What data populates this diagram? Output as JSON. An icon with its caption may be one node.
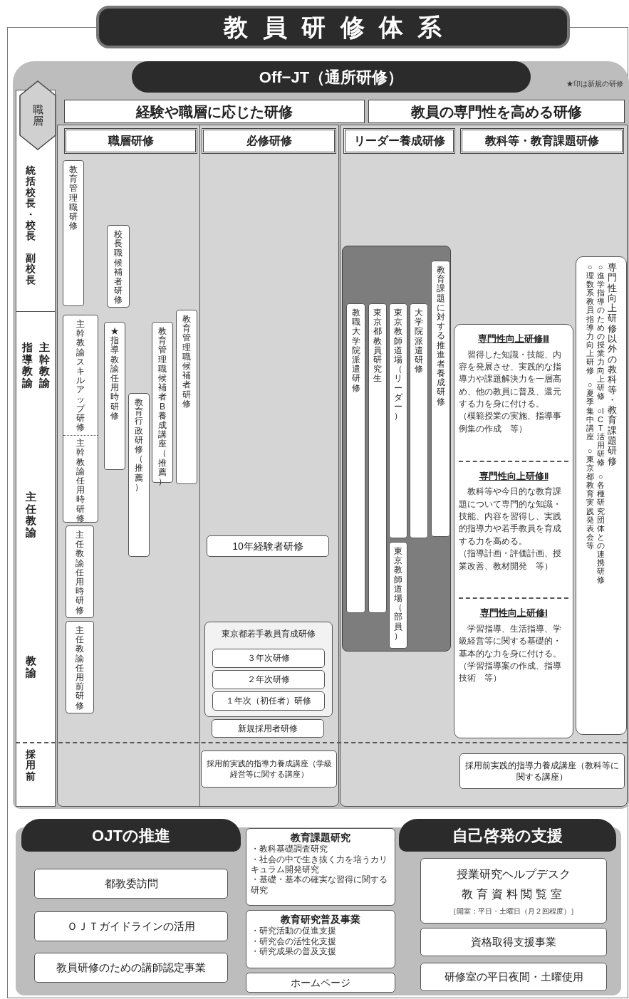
{
  "diagram": {
    "nodes": [
      {
        "text": [
          "教員研修体系"
        ]
      },
      {
        "text": [
          "Off−JT（通所研修）"
        ],
        "beside": [
          "★印は新規の研修"
        ]
      },
      {
        "text": [
          "職層"
        ],
        "in": 1
      },
      {
        "text": [
          "経験や職層に応じた研修"
        ],
        "in": 1
      },
      {
        "text": [
          "教員の専門性を高める研修"
        ],
        "in": 1
      },
      {
        "text": [
          "職層研修"
        ],
        "in": 1
      },
      {
        "text": [
          "必修研修"
        ],
        "in": 1
      },
      {
        "text": [
          "リーダー養成研修"
        ],
        "in": 1
      },
      {
        "text": [
          "教科等・教育課題研修"
        ],
        "in": 1
      },
      {
        "text": [
          "教育管理職研修"
        ],
        "in": 1
      },
      {
        "text": [
          "校長職候補者研修"
        ],
        "in": 1
      },
      {
        "text": [
          "主幹教諭スキルアップ研修",
          "主幹教諭任用時研修"
        ],
        "in": 1
      },
      {
        "text": [
          "★指導教諭任用時研修"
        ],
        "in": 1
      },
      {
        "text": [
          "教育行政研修（推薦）"
        ],
        "in": 1
      },
      {
        "text": [
          "教育管理職候補者B養成講座（推薦）"
        ],
        "in": 1
      },
      {
        "text": [
          "教育管理職候補者研修"
        ],
        "in": 1
      },
      {
        "text": [
          "主任教諭任用時研修"
        ],
        "in": 1
      },
      {
        "text": [
          "主任教諭任用前研修"
        ],
        "in": 1
      },
      {
        "text": [
          "10年経験者研修"
        ],
        "in": 1
      },
      {
        "text": [
          "東京都若手教員育成研修"
        ],
        "in": 1
      },
      {
        "text": [
          "３年次研修"
        ],
        "in": 19
      },
      {
        "text": [
          "２年次研修"
        ],
        "in": 19
      },
      {
        "text": [
          "１年次（初任者）研修"
        ],
        "in": 19
      },
      {
        "text": [
          "新規採用者研修"
        ],
        "in": 1
      },
      {
        "text": [
          "採用前実践的指導力養成講座（学級経営等に関する講座）"
        ],
        "in": 1
      },
      {
        "text": [],
        "shape": "box",
        "in": 1
      },
      {
        "text": [
          "教職大学院派遣研修"
        ],
        "in": 25
      },
      {
        "text": [
          "東京都教員研究生"
        ],
        "in": 25
      },
      {
        "text": [
          "東京教師道場（リーダー）"
        ],
        "in": 25
      },
      {
        "text": [
          "大学院派遣研修"
        ],
        "in": 25
      },
      {
        "text": [
          "教育課題に対する推進者養成研修"
        ],
        "in": 25
      },
      {
        "text": [
          "東京教師道場（部員）"
        ],
        "in": 25
      },
      {
        "text": [
          "専門性向上研修Ⅲ",
          "習得した知識・技能、内容を発展させ、実践的な指導力や課題解決力を一層高め、他の教員に普及、還元する力を身に付ける。",
          "（模範授業の実施、指導事例集の作成　等）",
          "専門性向上研修Ⅱ",
          "教科等や今日的な教育課題について専門的な知識・技能、内容を習得し、実践的指導力や若手教員を育成する力を高める。",
          "（指導計画・評価計画、授業改善、教材開発　等）",
          "専門性向上研修Ⅰ",
          "学習指導、生活指導、学級経営等に関する基礎的・基本的な力を身に付ける。",
          "（学習指導案の作成、指導技術　等）"
        ],
        "in": 1
      },
      {
        "text": [
          "専門性向上研修以外の教科等・教育課題研修",
          "○進学指導のための授業力向上研修",
          "○ICT活用研修",
          "○各種研究団体との連携研修",
          "○理数系教員指導力向上研修",
          "○夏季集中講座",
          "○東京都教育実践発表会等"
        ],
        "in": 1
      },
      {
        "text": [
          "採用前実践的指導力養成講座（教科等に関する講座）"
        ],
        "in": 1
      },
      {
        "text": [
          "OJTの推進"
        ]
      },
      {
        "text": [
          "都教委訪問"
        ]
      },
      {
        "text": [
          "ＯＪＴガイドラインの活用"
        ]
      },
      {
        "text": [
          "教員研修のための講師認定事業"
        ]
      },
      {
        "text": [
          "教育課題研究",
          "・教科基礎調査研究",
          "・社会の中で生き抜く力を培うカリキュラム開発研究",
          "・基礎・基本の確実な習得に関する研究"
        ]
      },
      {
        "text": [
          "教育研究普及事業",
          "・研究活動の促進支援",
          "・研究会の活性化支援",
          "・研究成果の普及支援"
        ]
      },
      {
        "text": [
          "ホームページ"
        ]
      },
      {
        "text": [
          "自己啓発の支援"
        ]
      },
      {
        "text": [
          "授業研究ヘルプデスク",
          "教育資料閲覧室",
          "［開室：平日・土曜日（月２回程度）］"
        ]
      },
      {
        "text": [
          "資格取得支援事業"
        ]
      },
      {
        "text": [
          "研修室の平日夜間・土曜使用"
        ]
      }
    ],
    "labels": [
      "統括校長・校長",
      "副校長",
      "主幹教諭",
      "指導教諭",
      "主任教諭",
      "教諭",
      "採用前"
    ]
  }
}
